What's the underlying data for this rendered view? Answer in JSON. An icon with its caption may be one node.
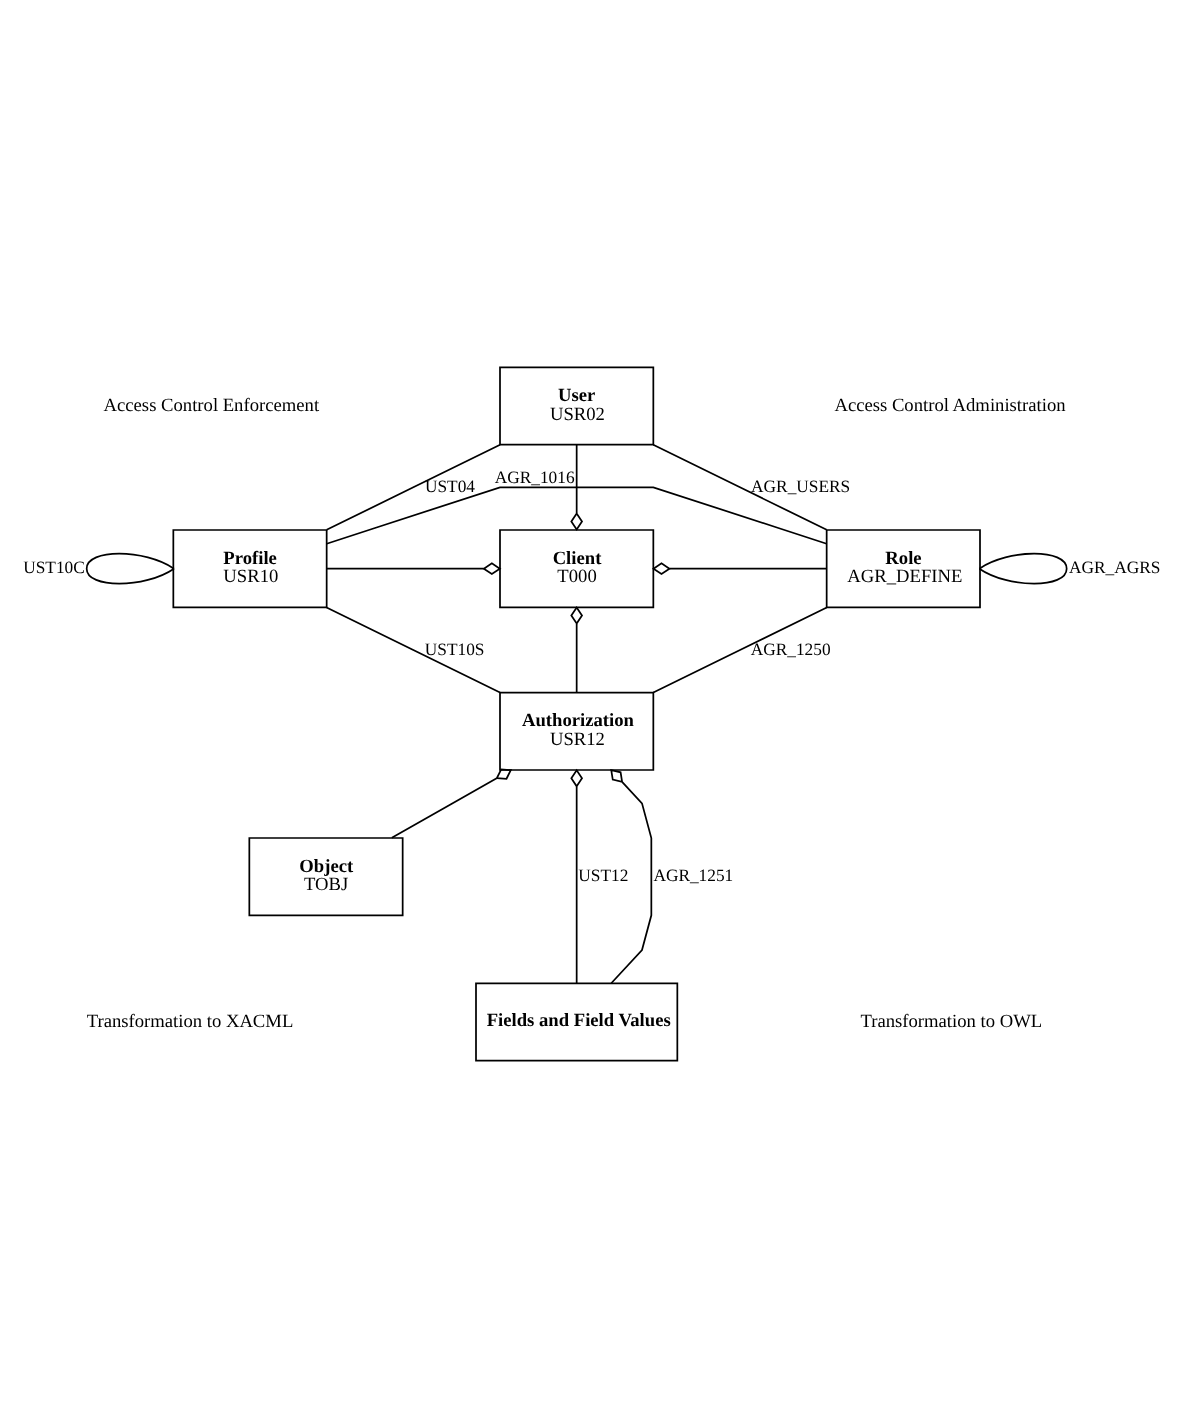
{
  "diagram": {
    "nodes": [
      {
        "text": [
          "User",
          "USR02"
        ]
      },
      {
        "text": [
          "Profile",
          "USR10"
        ]
      },
      {
        "text": [
          "Client",
          "T000"
        ]
      },
      {
        "text": [
          "Role",
          "AGR_DEFINE"
        ]
      },
      {
        "text": [
          "Authorization",
          "USR12"
        ]
      },
      {
        "text": [
          "Object",
          "TOBJ"
        ]
      },
      {
        "text": [
          "Fields and Field Values"
        ]
      }
    ],
    "edges": [
      {
        "from": 0,
        "to": 1,
        "arrow": "none",
        "label": "UST04"
      },
      {
        "from": 0,
        "to": 3,
        "arrow": "none",
        "label": "AGR_USERS"
      },
      {
        "from": 0,
        "to": 2,
        "arrow": "other"
      },
      {
        "from": 1,
        "to": 2,
        "arrow": "other"
      },
      {
        "from": 3,
        "to": 2,
        "arrow": "other"
      },
      {
        "from": 1,
        "to": 1,
        "arrow": "none",
        "label": "UST10C"
      },
      {
        "from": 1,
        "to": 3,
        "arrow": "none",
        "label": "AGR_1016"
      },
      {
        "from": 3,
        "to": 3,
        "arrow": "none",
        "label": "AGR_AGRS"
      },
      {
        "from": 4,
        "to": 2,
        "arrow": "other"
      },
      {
        "from": 1,
        "to": 4,
        "arrow": "none",
        "label": "UST10S"
      },
      {
        "from": 3,
        "to": 4,
        "arrow": "none",
        "label": "AGR_1250"
      },
      {
        "from": 5,
        "to": 4,
        "arrow": "other"
      },
      {
        "from": 6,
        "to": 4,
        "arrow": "other",
        "label": "UST12"
      },
      {
        "from": 6,
        "to": 4,
        "arrow": "other",
        "label": "AGR_1251"
      }
    ],
    "labels": [
      "Access Control Enforcement",
      "Access Control Administration",
      "Transformation to XACML",
      "Transformation to OWL"
    ]
  }
}
